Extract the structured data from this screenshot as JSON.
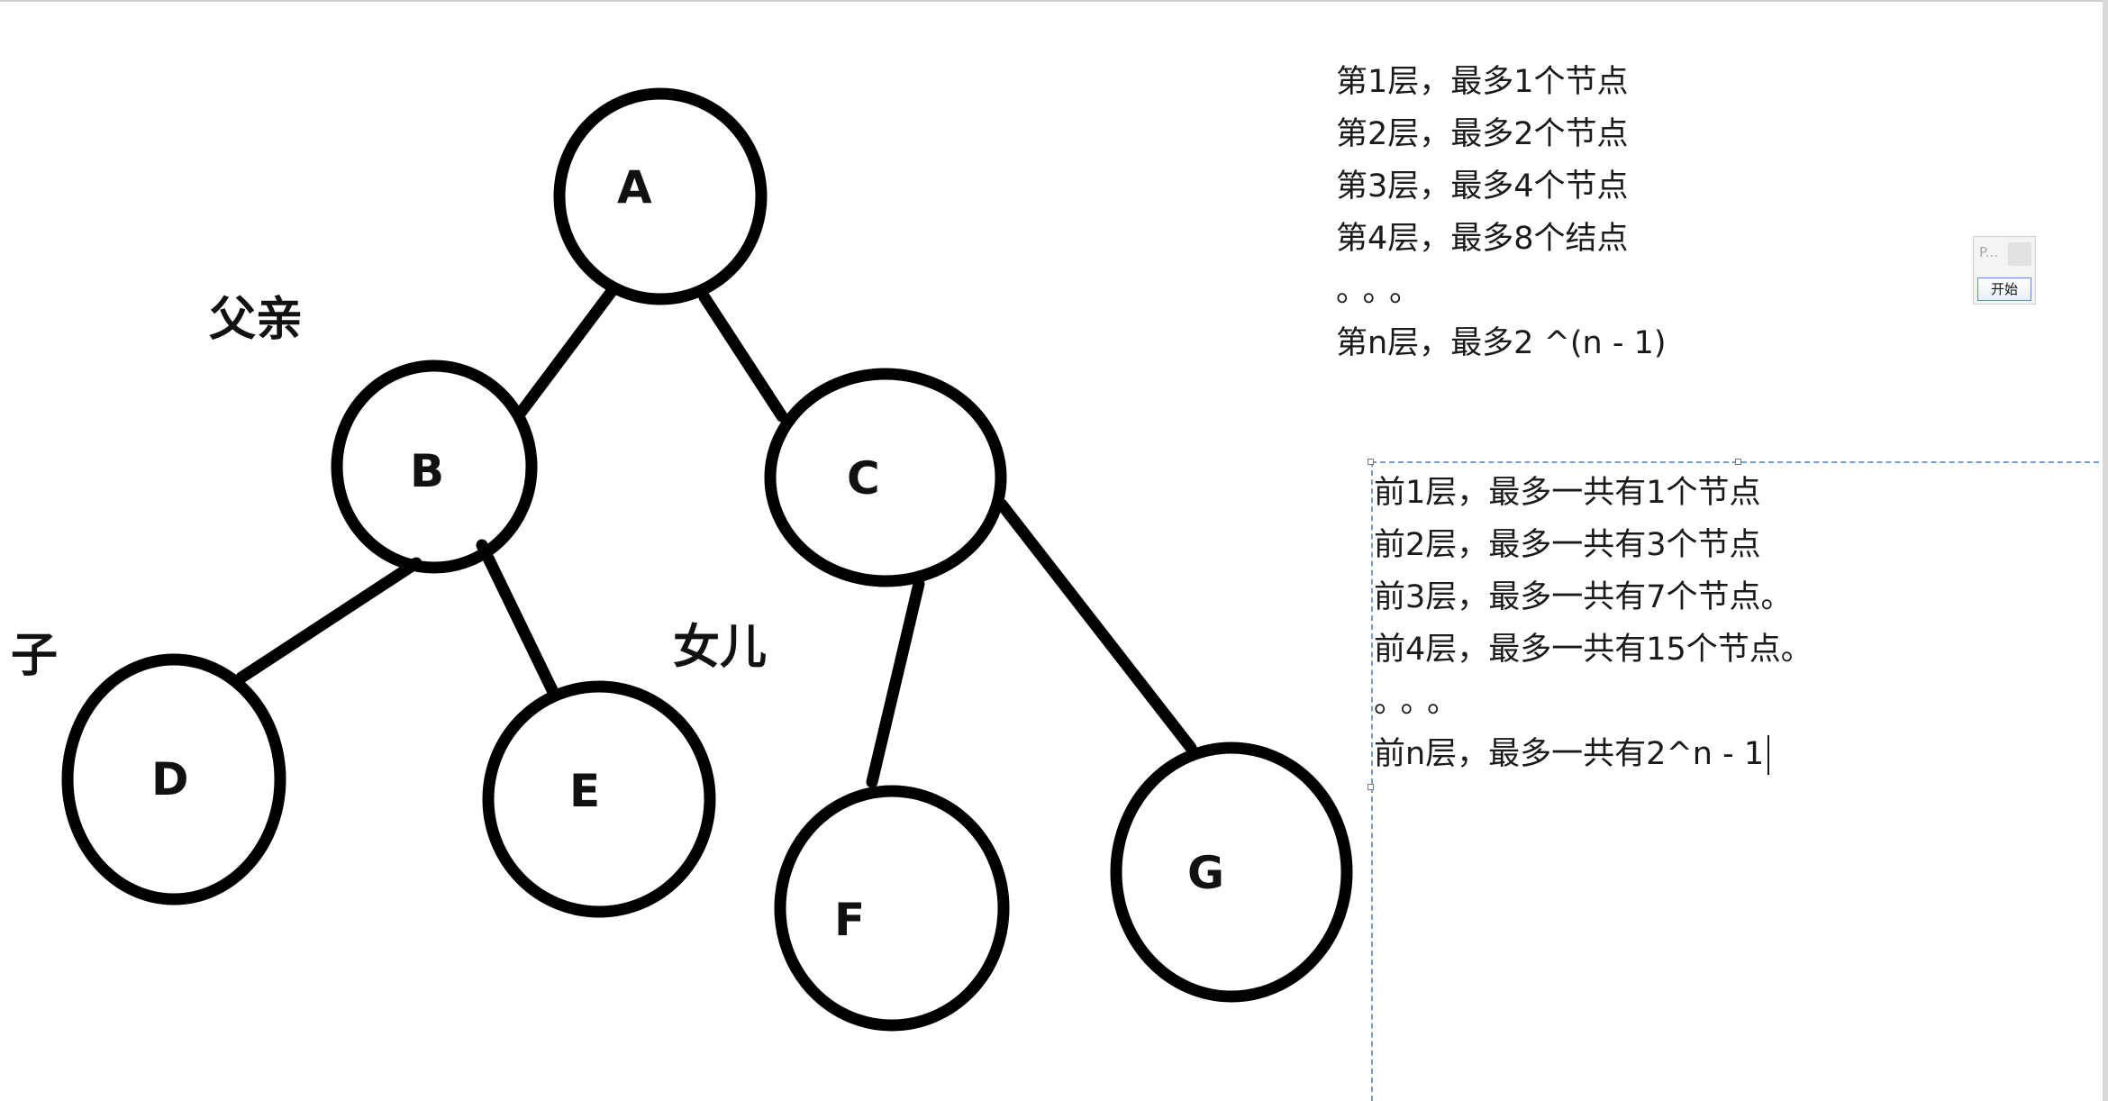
{
  "tree": {
    "nodes": {
      "A": "A",
      "B": "B",
      "C": "C",
      "D": "D",
      "E": "E",
      "F": "F",
      "G": "G"
    },
    "relations": {
      "father": "父亲",
      "son_partial": "子",
      "daughter": "女儿"
    }
  },
  "levels": {
    "lines": [
      "第1层，最多1个节点",
      "第2层，最多2个节点",
      "第3层，最多4个节点",
      "第4层，最多8个结点"
    ],
    "dots": "。。。",
    "last": "第n层，最多2 ^(n - 1)"
  },
  "totals": {
    "lines": [
      "前1层，最多一共有1个节点",
      "前2层，最多一共有3个节点",
      "前3层，最多一共有7个节点。",
      "前4层，最多一共有15个节点。"
    ],
    "dots": "。。。",
    "last": "前n层，最多一共有2^n - 1"
  },
  "widget": {
    "title": "P...",
    "start_label": "开始"
  },
  "colors": {
    "stroke": "#000000",
    "text": "#1a1a1a",
    "frame": "#7a9cc4",
    "button_border": "#5b8fd6"
  }
}
